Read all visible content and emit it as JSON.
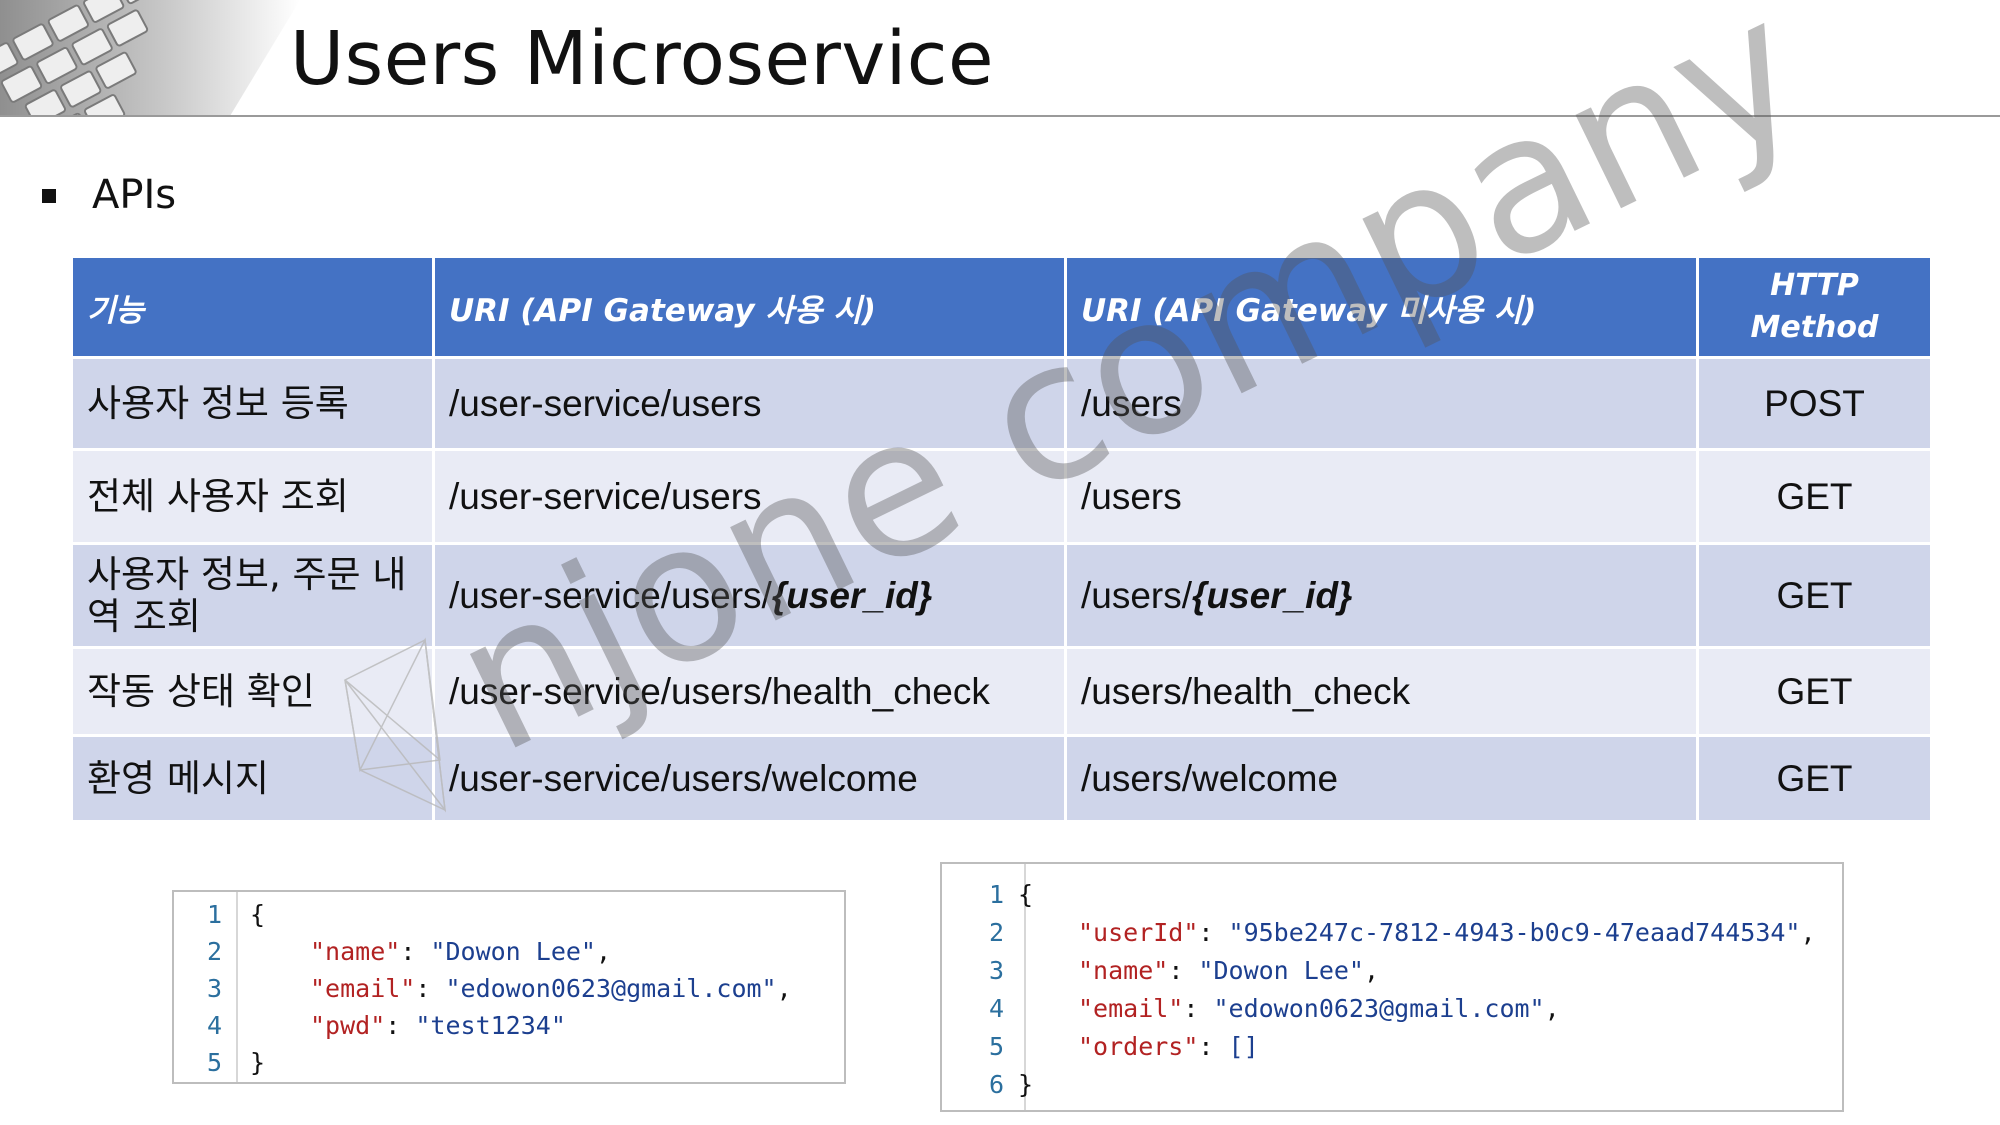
{
  "slide": {
    "title": "Users Microservice",
    "bullet": "APIs"
  },
  "table": {
    "headers": [
      "기능",
      "URI (API Gateway 사용 시)",
      "URI (API Gateway 미사용 시)",
      "HTTP Method"
    ],
    "header_method_line1": "HTTP",
    "header_method_line2": "Method",
    "rows": [
      {
        "feature": "사용자 정보 등록",
        "uri_gw": "/user-service/users",
        "uri_gw_param": "",
        "uri": "/users",
        "uri_param": "",
        "method": "POST"
      },
      {
        "feature": "전체 사용자 조회",
        "uri_gw": "/user-service/users",
        "uri_gw_param": "",
        "uri": "/users",
        "uri_param": "",
        "method": "GET"
      },
      {
        "feature": "사용자 정보, 주문 내역 조회",
        "uri_gw": "/user-service/users/",
        "uri_gw_param": "{user_id}",
        "uri": "/users/",
        "uri_param": "{user_id}",
        "method": "GET"
      },
      {
        "feature": "작동 상태 확인",
        "uri_gw": "/user-service/users/health_check",
        "uri_gw_param": "",
        "uri": "/users/health_check",
        "uri_param": "",
        "method": "GET"
      },
      {
        "feature": "환영 메시지",
        "uri_gw": "/user-service/users/welcome",
        "uri_gw_param": "",
        "uri": "/users/welcome",
        "uri_param": "",
        "method": "GET"
      }
    ],
    "colors": {
      "header": "#4472c4",
      "row_odd": "#cfd5ea",
      "row_even": "#e9ebf5"
    }
  },
  "code_request": {
    "line_numbers": [
      "1",
      "2",
      "3",
      "4",
      "5"
    ],
    "open": "{",
    "close": "}",
    "fields": [
      {
        "key": "\"name\"",
        "value": "\"Dowon Lee\"",
        "suffix": ","
      },
      {
        "key": "\"email\"",
        "value": "\"edowon0623@gmail.com\"",
        "suffix": ","
      },
      {
        "key": "\"pwd\"",
        "value": "\"test1234\"",
        "suffix": ""
      }
    ]
  },
  "code_response": {
    "line_numbers": [
      "1",
      "2",
      "3",
      "4",
      "5",
      "6"
    ],
    "open": "{",
    "close": "}",
    "fields": [
      {
        "key": "\"userId\"",
        "value": "\"95be247c-7812-4943-b0c9-47eaad744534\"",
        "suffix": ","
      },
      {
        "key": "\"name\"",
        "value": "\"Dowon Lee\"",
        "suffix": ","
      },
      {
        "key": "\"email\"",
        "value": "\"edowon0623@gmail.com\"",
        "suffix": ","
      },
      {
        "key": "\"orders\"",
        "value": "[]",
        "suffix": ""
      }
    ]
  },
  "watermark": {
    "text": "njone company"
  }
}
